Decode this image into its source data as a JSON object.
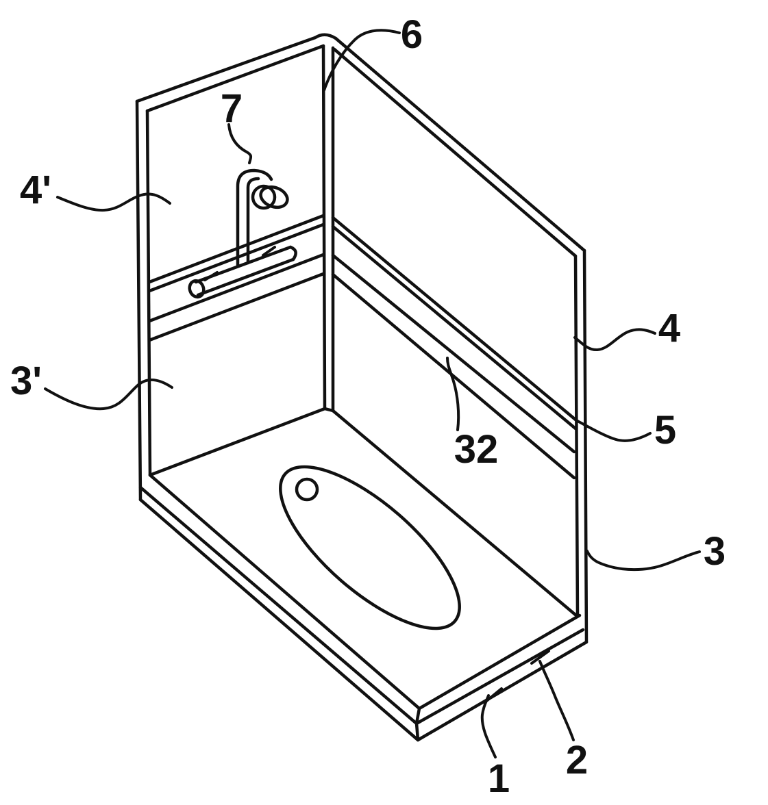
{
  "figure": {
    "type": "patent-line-drawing",
    "subject": "prefabricated bathroom unit with bathtub floor, two wall panels, wall strip and shower fitting",
    "background": "#ffffff",
    "stroke_color": "#111111"
  },
  "labels": {
    "joint": "6",
    "shower": "7",
    "wall_left_upper": "4'",
    "wall_left_lower": "3'",
    "wall_right_upper": "4",
    "strip_edge": "5",
    "wall_right_lower": "3",
    "strip": "32",
    "floor_base": "1",
    "floor_middle": "2"
  }
}
